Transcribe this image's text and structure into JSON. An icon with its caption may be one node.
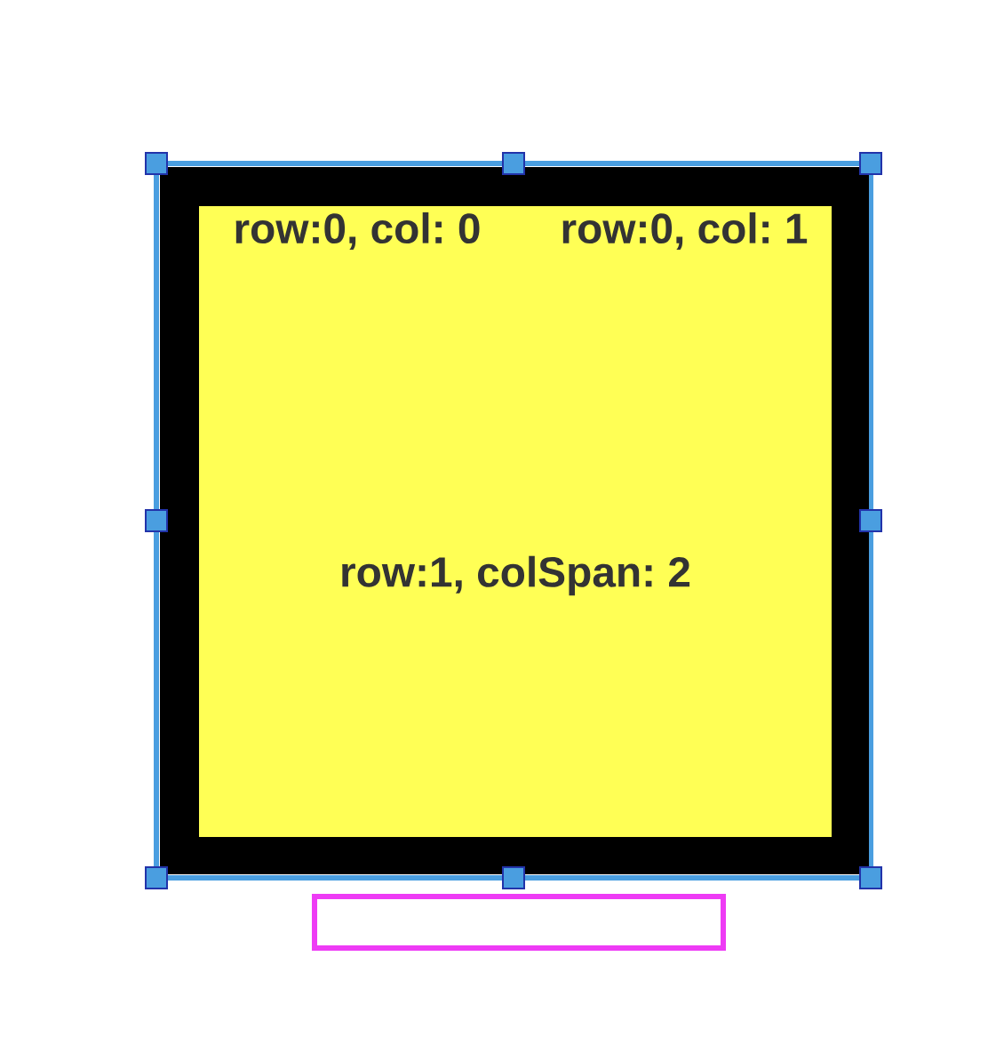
{
  "diagram": {
    "nodes": [
      {
        "text": [],
        "shape": "box"
      }
    ],
    "labels": [
      "row:0, col: 0",
      "row:0, col: 1",
      "row:1, colSpan: 2"
    ]
  }
}
